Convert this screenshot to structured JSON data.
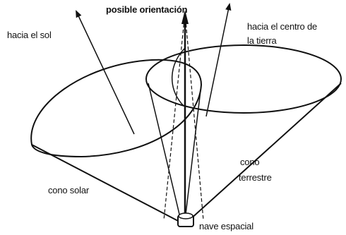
{
  "labels": {
    "orientation": "posible orientación",
    "sun_direction": "hacia el sol",
    "earth_direction_line1": "hacia el centro de",
    "earth_direction_line2": "la tierra",
    "earth_cone_line1": "cono",
    "earth_cone_line2": "terrestre",
    "solar_cone": "cono solar",
    "spacecraft": "nave espacial"
  },
  "colors": {
    "ink": "#111111",
    "background": "#ffffff"
  }
}
